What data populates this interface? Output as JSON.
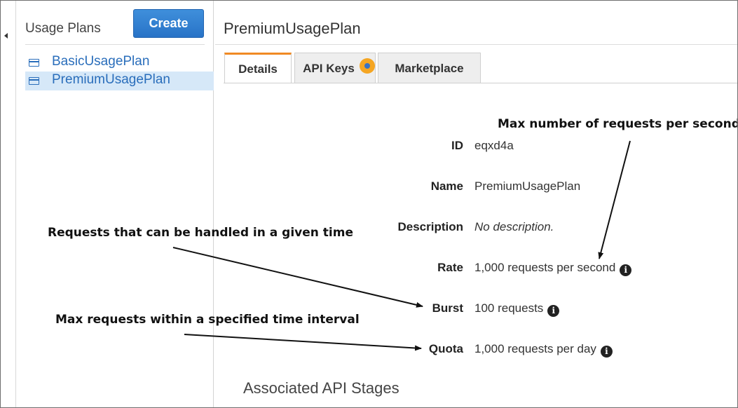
{
  "sidebar": {
    "title": "Usage Plans",
    "create_label": "Create",
    "plans": [
      {
        "label": "BasicUsagePlan",
        "selected": false
      },
      {
        "label": "PremiumUsagePlan",
        "selected": true
      }
    ]
  },
  "main": {
    "title": "PremiumUsagePlan",
    "tabs": [
      {
        "label": "Details",
        "active": true
      },
      {
        "label": "API Keys",
        "active": false,
        "badge": true
      },
      {
        "label": "Marketplace",
        "active": false
      }
    ],
    "fields": [
      {
        "label": "ID",
        "value": "eqxd4a"
      },
      {
        "label": "Name",
        "value": "PremiumUsagePlan"
      },
      {
        "label": "Description",
        "value": "No description."
      },
      {
        "label": "Rate",
        "value": "1,000 requests per second"
      },
      {
        "label": "Burst",
        "value": "100 requests"
      },
      {
        "label": "Quota",
        "value": "1,000 requests per day"
      }
    ],
    "section_heading": "Associated API Stages"
  },
  "annotations": {
    "rate": "Max number of requests per second",
    "burst": "Requests that can be handled in a given time",
    "quota": "Max requests within a specified time interval"
  },
  "icons": {
    "info": "info-circle-icon",
    "plan": "usage-plan-icon",
    "collapse": "collapse-left-icon",
    "badge": "notification-badge-icon"
  },
  "colors": {
    "accent_blue": "#2a6ebb",
    "create_button": "#2f7fd3",
    "selected_row": "#d6e8f8",
    "active_tab_border": "#f08a24",
    "badge": "#f5a623"
  }
}
